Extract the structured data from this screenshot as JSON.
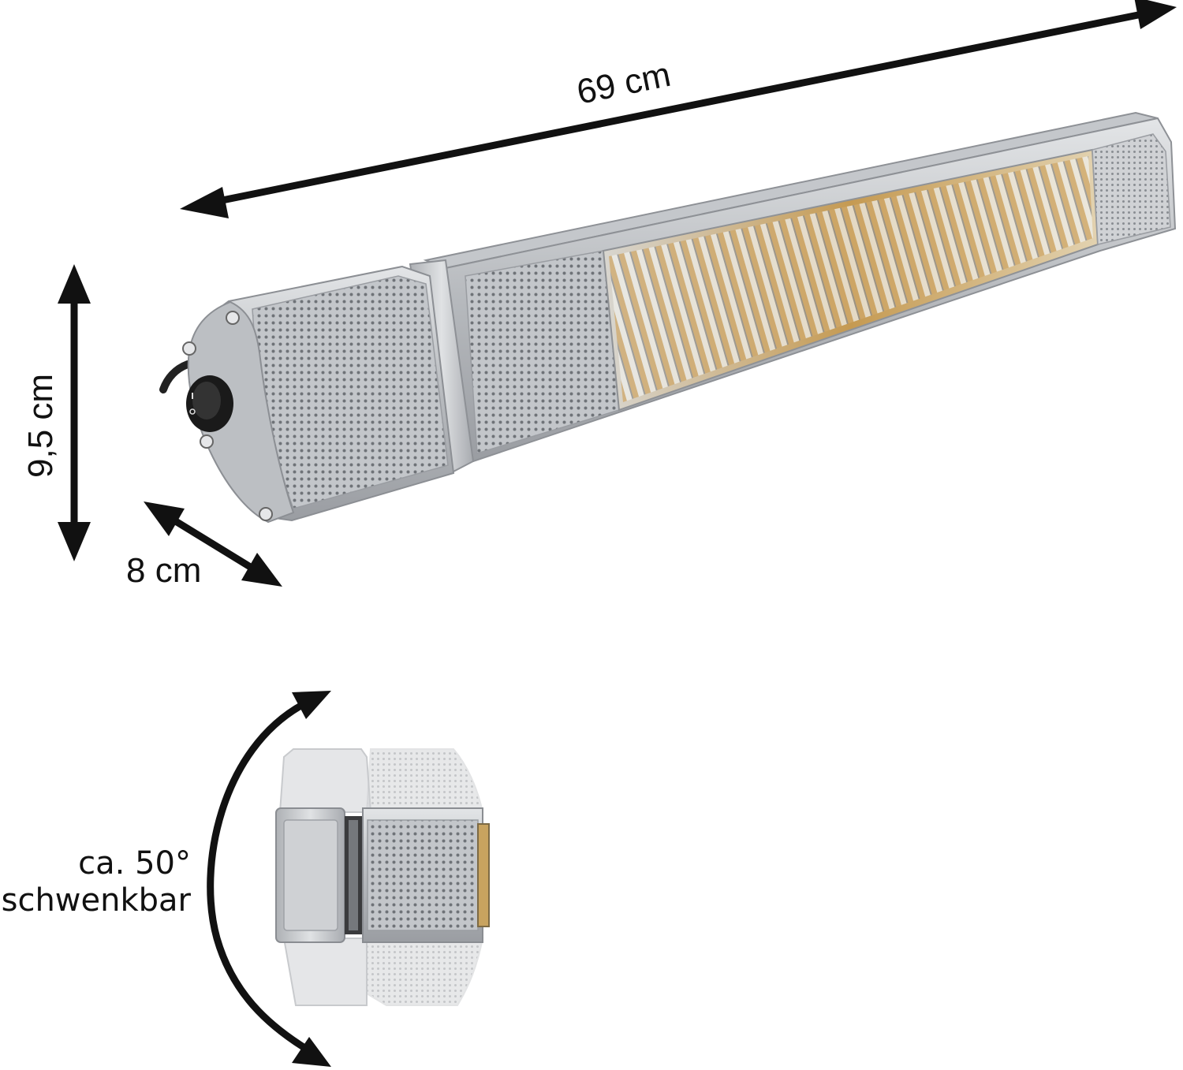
{
  "dimensions": {
    "length": "69 cm",
    "height": "9,5 cm",
    "depth": "8 cm"
  },
  "swivel": {
    "line1": "ca. 50°",
    "line2": "schwenkbar"
  },
  "colors": {
    "ink": "#111111",
    "housing": "#b9bcc0",
    "housing_light": "#d9dbde",
    "housing_dark": "#8c8f94",
    "element_glow": "#c9a15a"
  },
  "icons": {
    "power_switch": "rocker-switch-icon"
  }
}
